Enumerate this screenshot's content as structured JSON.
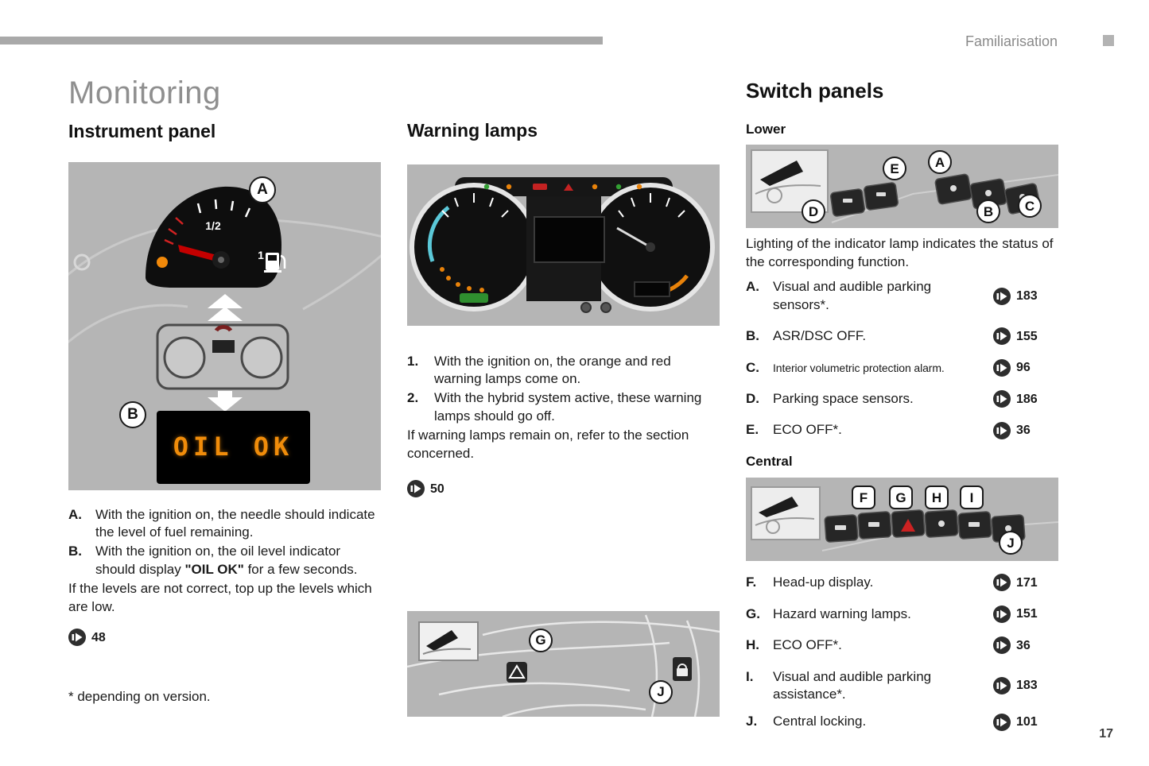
{
  "header": {
    "right_label": "Familiarisation"
  },
  "page_number": "17",
  "left": {
    "title": "Monitoring",
    "section": "Instrument panel",
    "fig": {
      "label_a": "A",
      "label_b": "B",
      "gauge_half": "1/2",
      "gauge_full": "1",
      "oil_display": "OIL OK"
    },
    "item_a_label": "A.",
    "item_a_text": "With the ignition on, the needle should indicate the level of fuel remaining.",
    "item_b_label": "B.",
    "item_b_pre": "With the ignition on, the oil level indicator should display ",
    "item_b_bold": "\"OIL OK\"",
    "item_b_post": " for a few seconds.",
    "note": "If the levels are not correct, top up the levels which are low.",
    "ref": "48",
    "footnote": "* depending on version."
  },
  "middle": {
    "section": "Warning lamps",
    "item_1_label": "1.",
    "item_1_text": "With the ignition on, the orange and red warning lamps come on.",
    "item_2_label": "2.",
    "item_2_text": "With the hybrid system active, these warning lamps should go off.",
    "note": "If warning lamps remain on, refer to the section concerned.",
    "ref": "50",
    "fig": {
      "label_g": "G",
      "label_j": "J"
    }
  },
  "right": {
    "title": "Switch panels",
    "lower": {
      "subtitle": "Lower",
      "fig_labels": {
        "e": "E",
        "a": "A",
        "d": "D",
        "b": "B",
        "c": "C"
      },
      "intro": "Lighting of the indicator lamp indicates the status of the corresponding function.",
      "items": [
        {
          "label": "A.",
          "text": "Visual and audible parking sensors*.",
          "ref": "183"
        },
        {
          "label": "B.",
          "text": "ASR/DSC OFF.",
          "ref": "155"
        },
        {
          "label": "C.",
          "text": "Interior volumetric protection alarm.",
          "ref": "96"
        },
        {
          "label": "D.",
          "text": "Parking space sensors.",
          "ref": "186"
        },
        {
          "label": "E.",
          "text": "ECO OFF*.",
          "ref": "36"
        }
      ]
    },
    "central": {
      "subtitle": "Central",
      "fig_labels": {
        "f": "F",
        "g": "G",
        "h": "H",
        "i": "I",
        "j": "J"
      },
      "items": [
        {
          "label": "F.",
          "text": "Head-up display.",
          "ref": "171"
        },
        {
          "label": "G.",
          "text": "Hazard warning lamps.",
          "ref": "151"
        },
        {
          "label": "H.",
          "text": "ECO OFF*.",
          "ref": "36"
        },
        {
          "label": "I.",
          "text": "Visual and audible parking assistance*.",
          "ref": "183"
        },
        {
          "label": "J.",
          "text": "Central locking.",
          "ref": "101"
        }
      ]
    }
  }
}
